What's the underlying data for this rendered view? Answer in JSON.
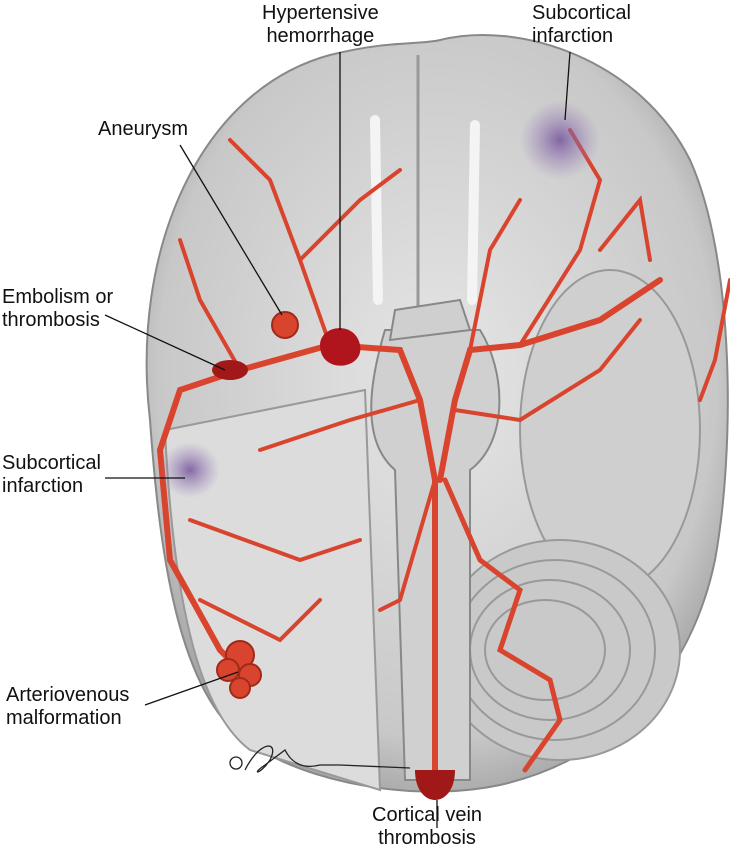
{
  "labels": {
    "hypertensive_hemorrhage": [
      "Hypertensive",
      "hemorrhage"
    ],
    "subcortical_infarction_top": [
      "Subcortical",
      "infarction"
    ],
    "aneurysm": [
      "Aneurysm"
    ],
    "embolism": [
      "Embolism or",
      "thrombosis"
    ],
    "subcortical_infarction_left": [
      "Subcortical",
      "infarction"
    ],
    "avm": [
      "Arteriovenous",
      "malformation"
    ],
    "cortical_vein": [
      "Cortical vein",
      "thrombosis"
    ]
  },
  "signature": "© JE Colver",
  "colors": {
    "artery": "#d9442e",
    "brain": "#d6d6d6",
    "infarct": "#8a6aa8",
    "clot": "#a01818"
  }
}
